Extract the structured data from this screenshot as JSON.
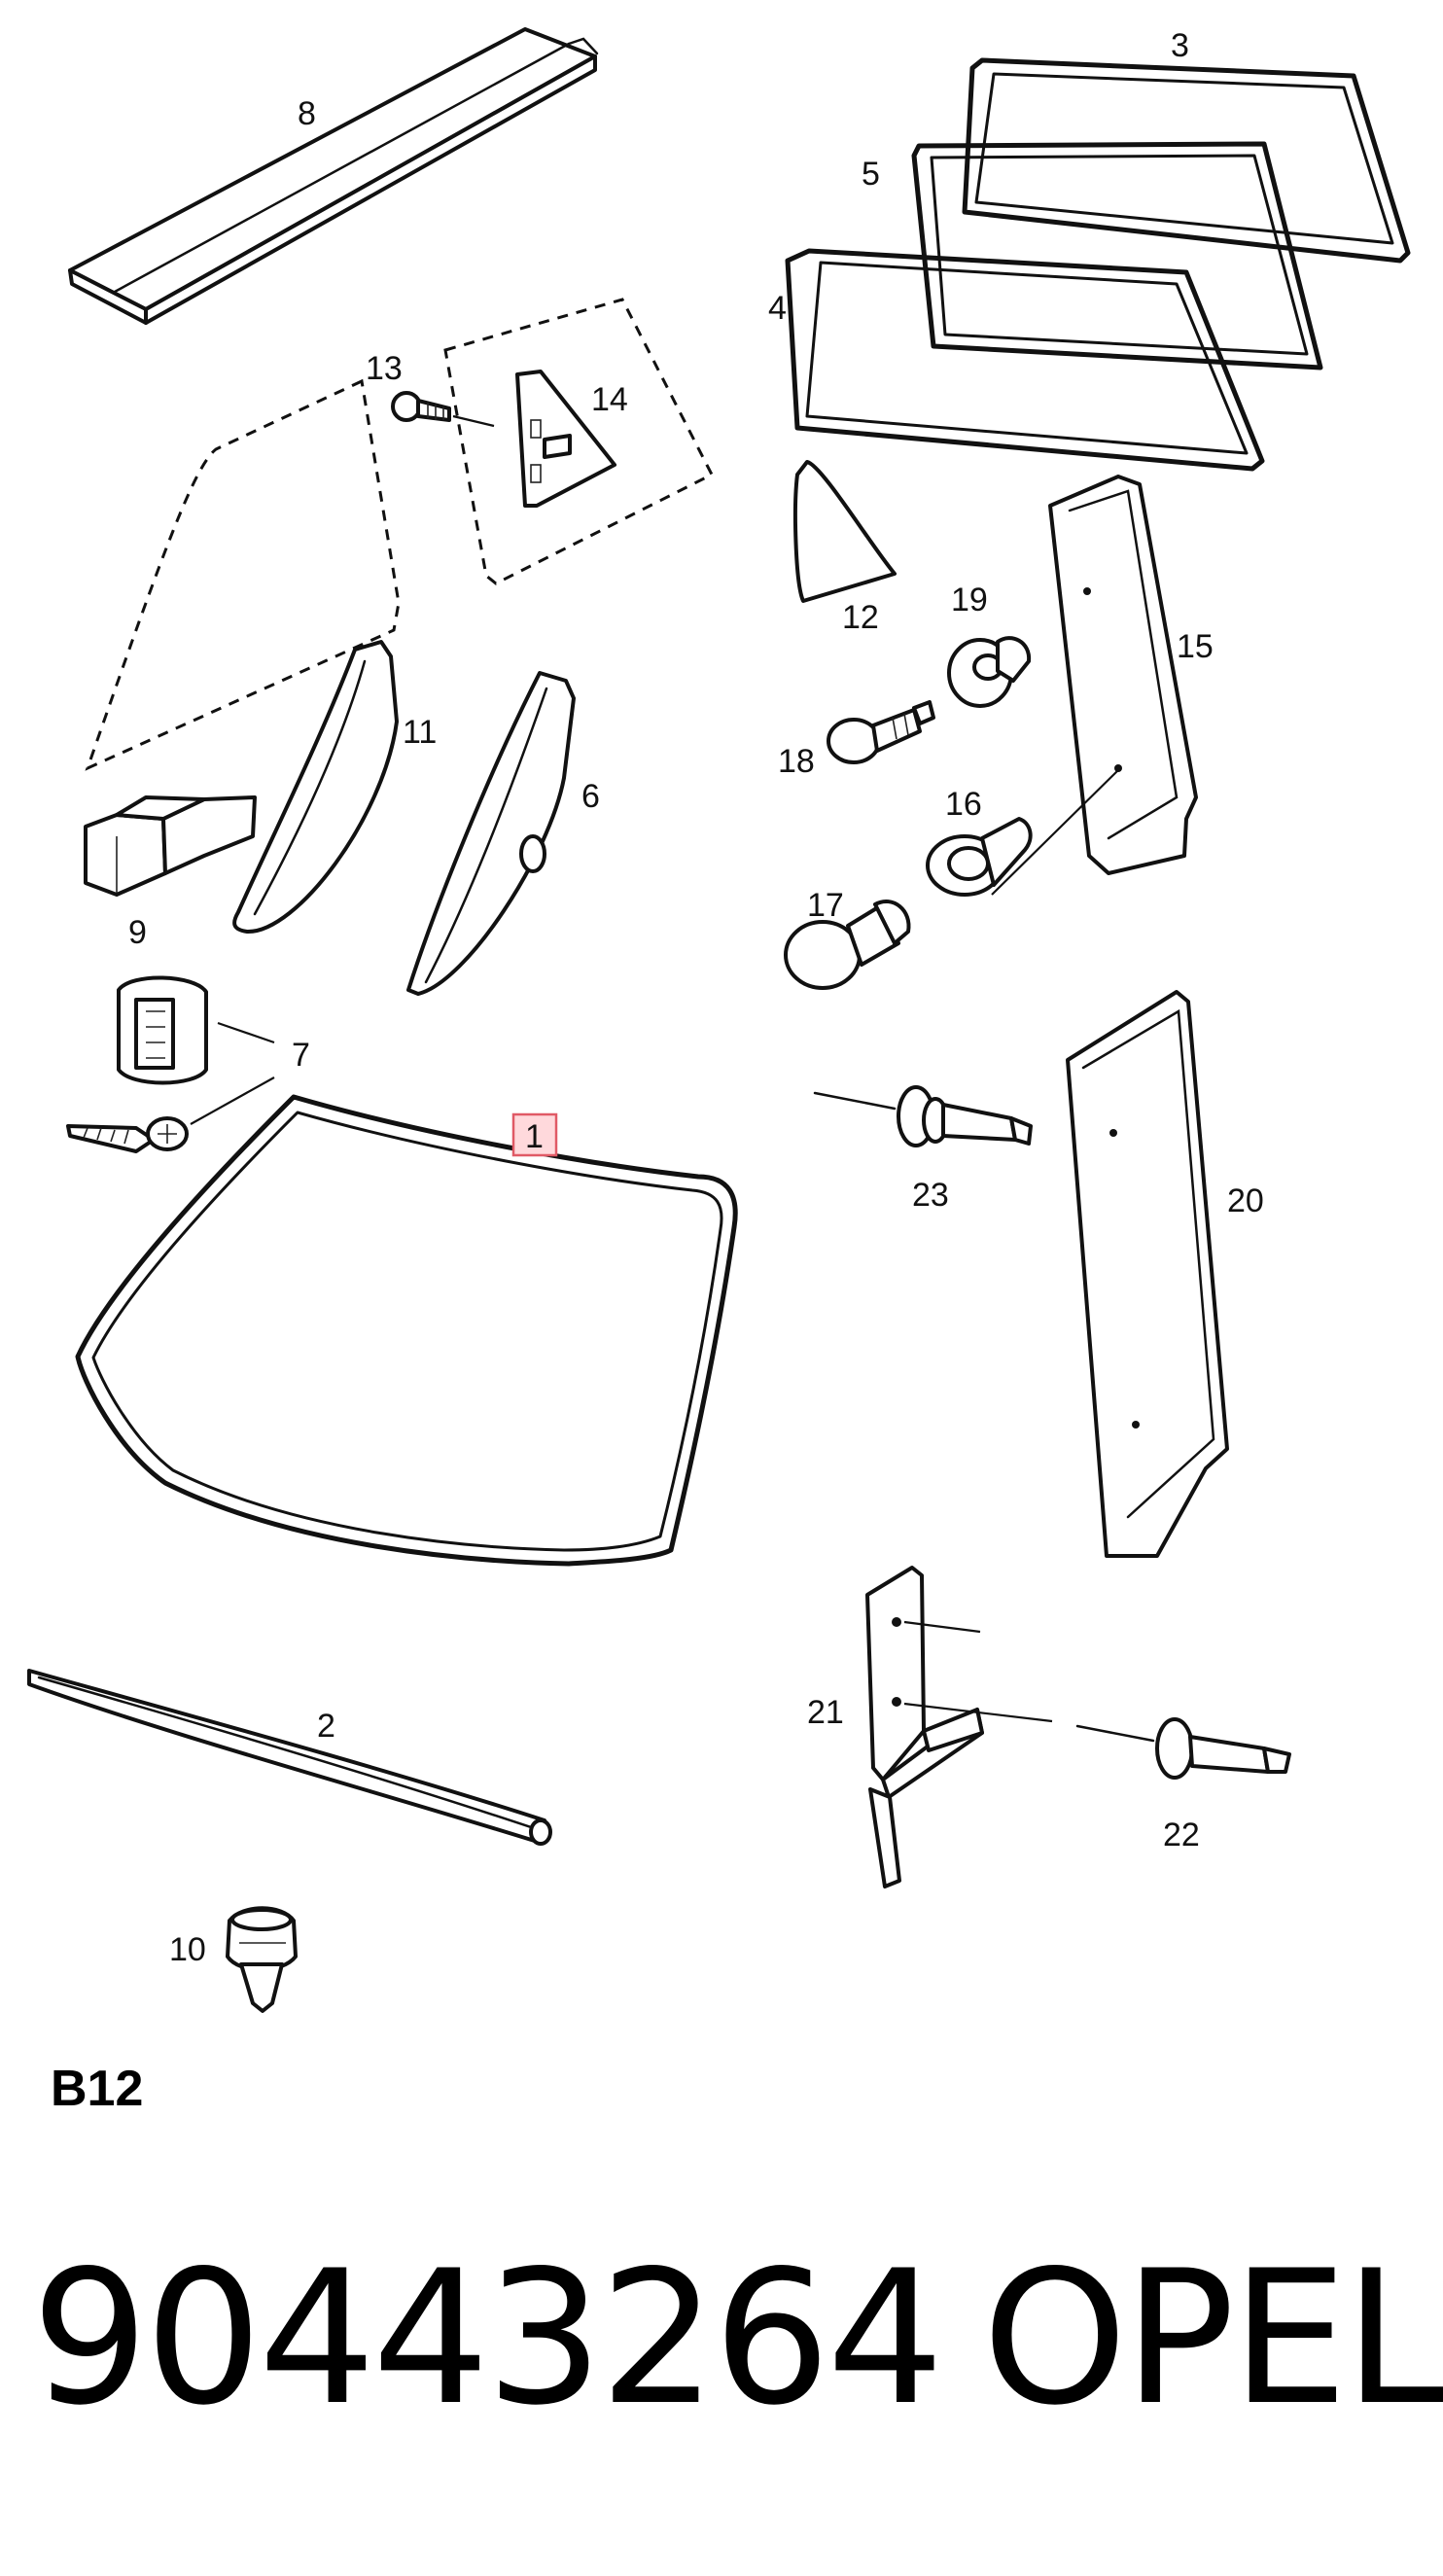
{
  "diagram": {
    "labels": {
      "p1": "1",
      "p2": "2",
      "p3": "3",
      "p4": "4",
      "p5": "5",
      "p6": "6",
      "p7": "7",
      "p8": "8",
      "p9": "9",
      "p10": "10",
      "p11": "11",
      "p12": "12",
      "p13": "13",
      "p14": "14",
      "p15": "15",
      "p16": "16",
      "p17": "17",
      "p18": "18",
      "p19": "19",
      "p20": "20",
      "p21": "21",
      "p22": "22",
      "p23": "23"
    },
    "highlighted_part": "1",
    "highlight_color": "#ffd9dc"
  },
  "footer": {
    "sheet_code": "B12",
    "part_number": "90443264",
    "brand": "OPEL"
  }
}
